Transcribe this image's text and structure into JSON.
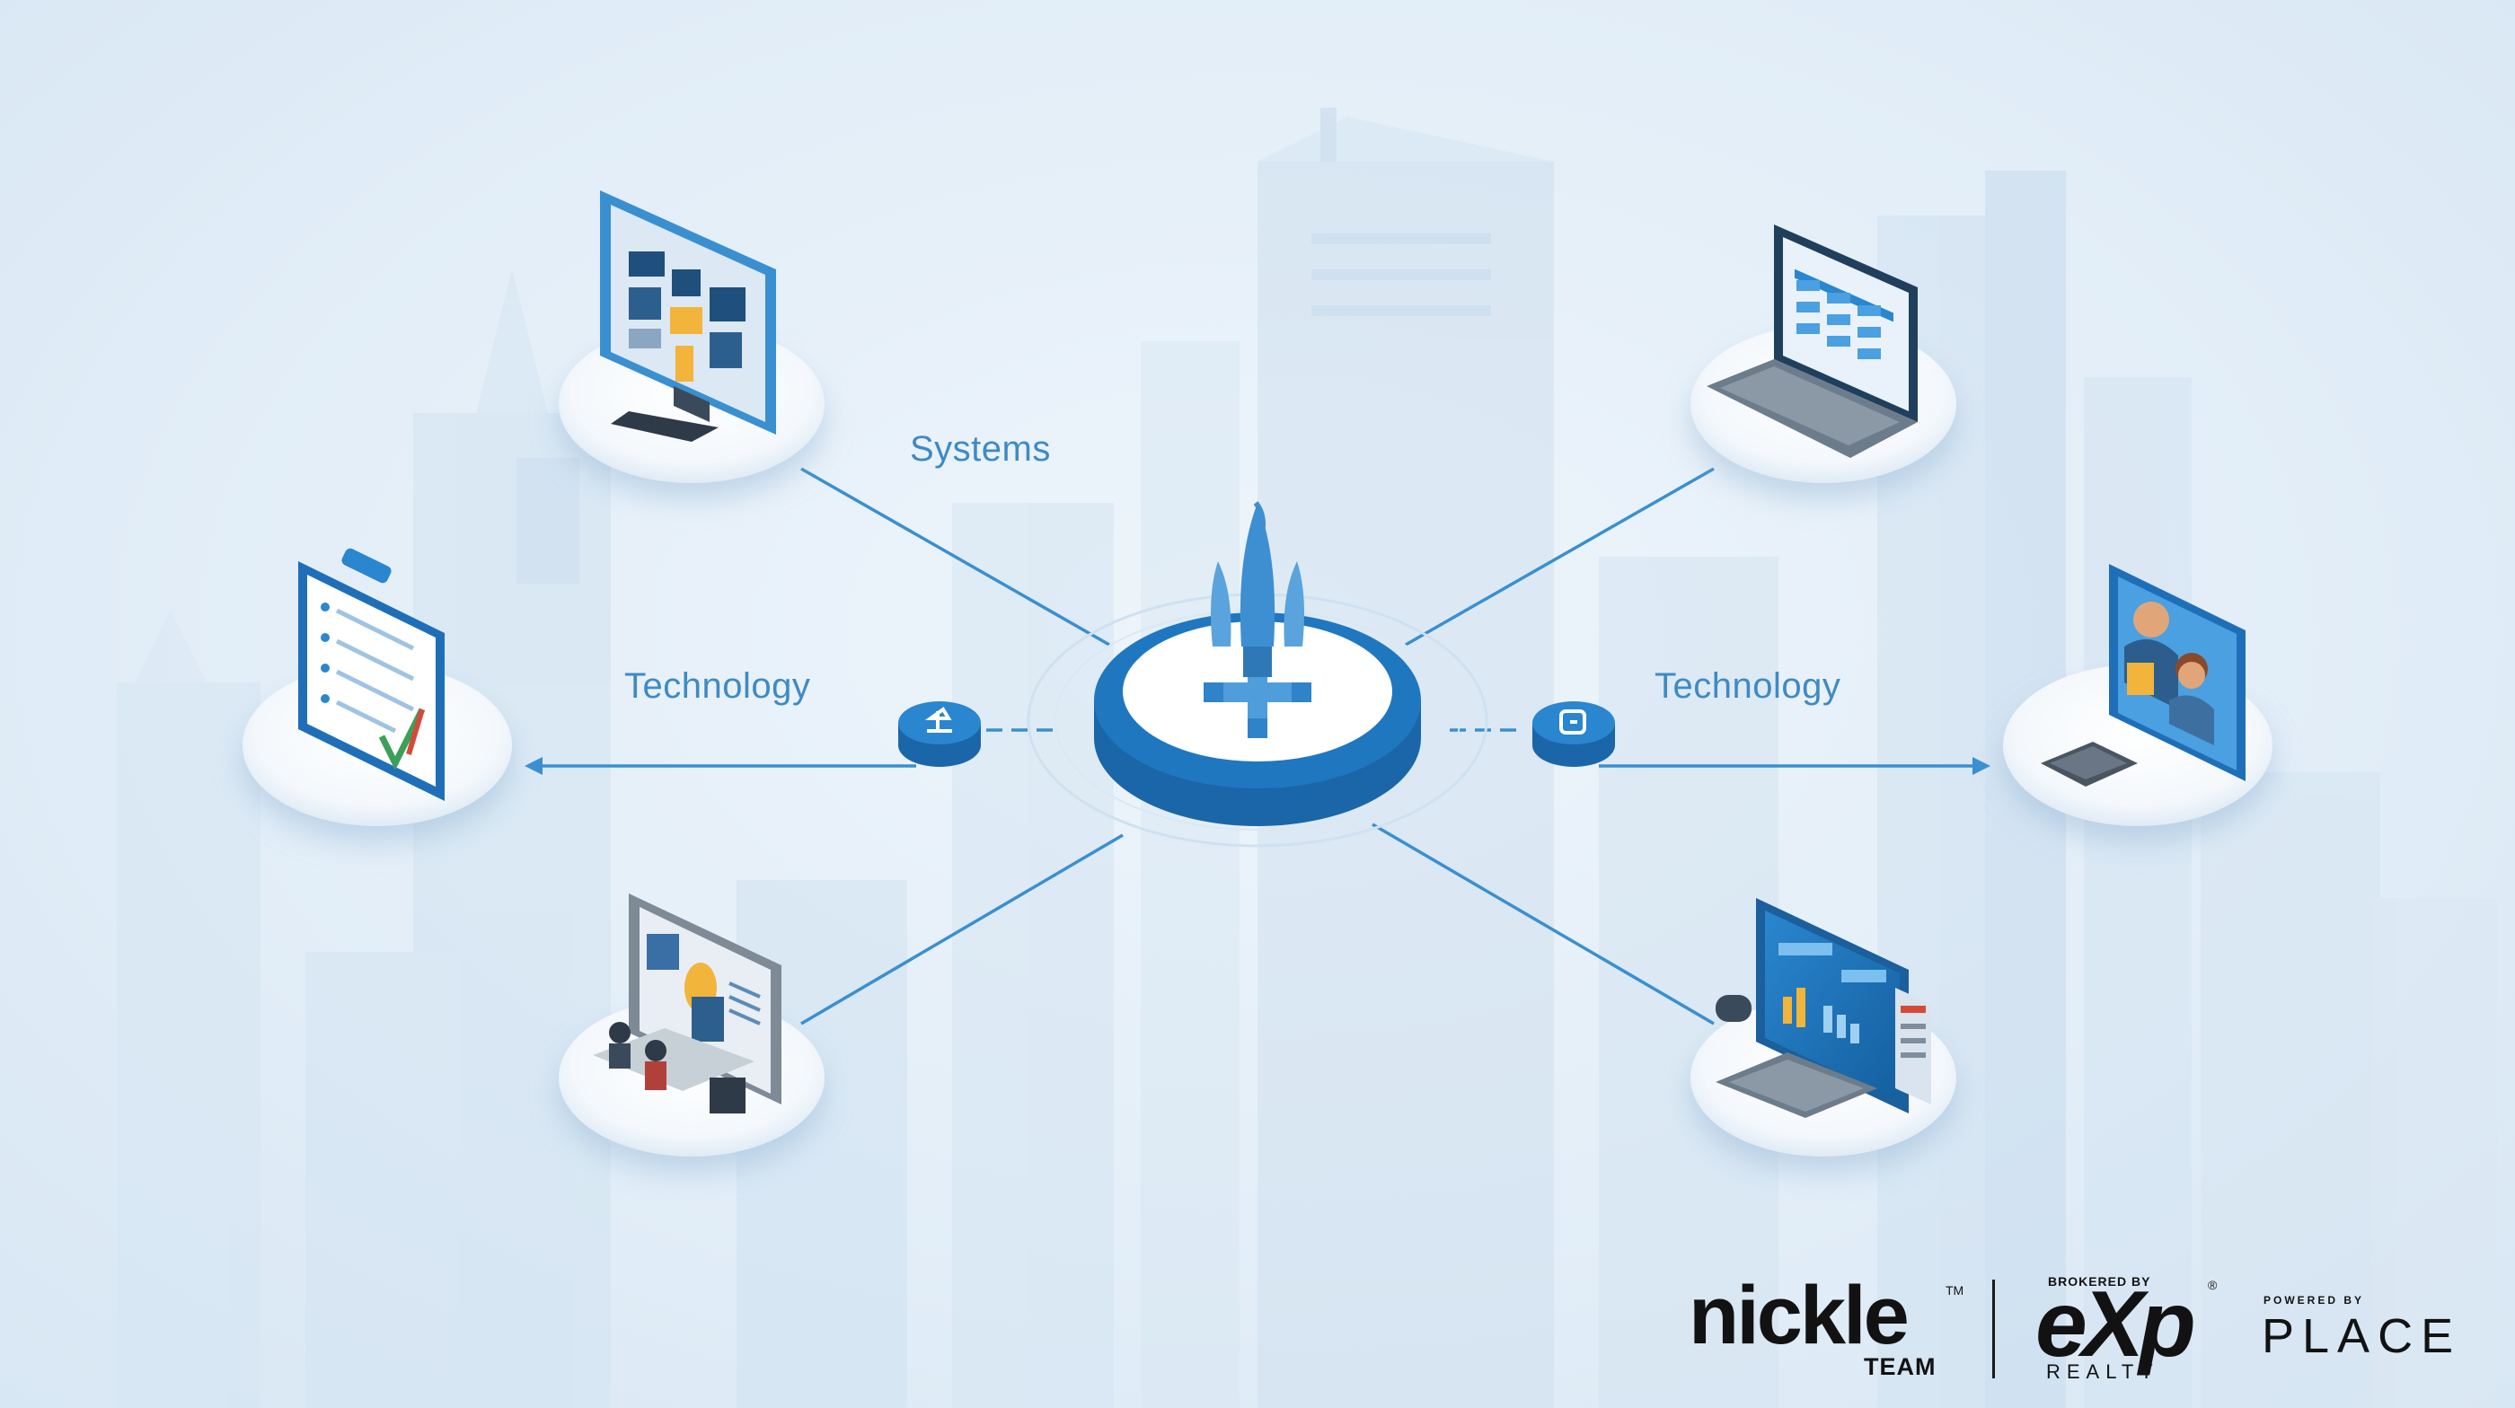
{
  "diagram": {
    "labels": {
      "systems": "Systems",
      "technology_left": "Technology",
      "technology_right": "Technology"
    },
    "hub_icon": "rocket-network-hub-icon",
    "nodes": [
      {
        "name": "monitor-dashboard",
        "icon": "monitor-dashboard-icon"
      },
      {
        "name": "laptop-spreadsheet",
        "icon": "laptop-spreadsheet-icon"
      },
      {
        "name": "clipboard-checklist",
        "icon": "clipboard-checklist-icon"
      },
      {
        "name": "video-call-tablet",
        "icon": "video-call-icon"
      },
      {
        "name": "desk-workstation",
        "icon": "workstation-icon"
      },
      {
        "name": "analytics-computer",
        "icon": "analytics-computer-icon"
      }
    ],
    "connector_icons": [
      "wrench-badge-icon",
      "sync-badge-icon"
    ],
    "colors": {
      "accent": "#1b73bb",
      "line": "#3a8fd0",
      "background": "#e3eef8"
    }
  },
  "branding": {
    "nickle": "nickle",
    "nickle_tm": "TM",
    "team": "TEAM",
    "brokered_by": "BROKERED BY",
    "exp": "eXp",
    "exp_reg": "®",
    "realty": "REALTY",
    "powered_by": "POWERED BY",
    "place": "PLACE"
  }
}
